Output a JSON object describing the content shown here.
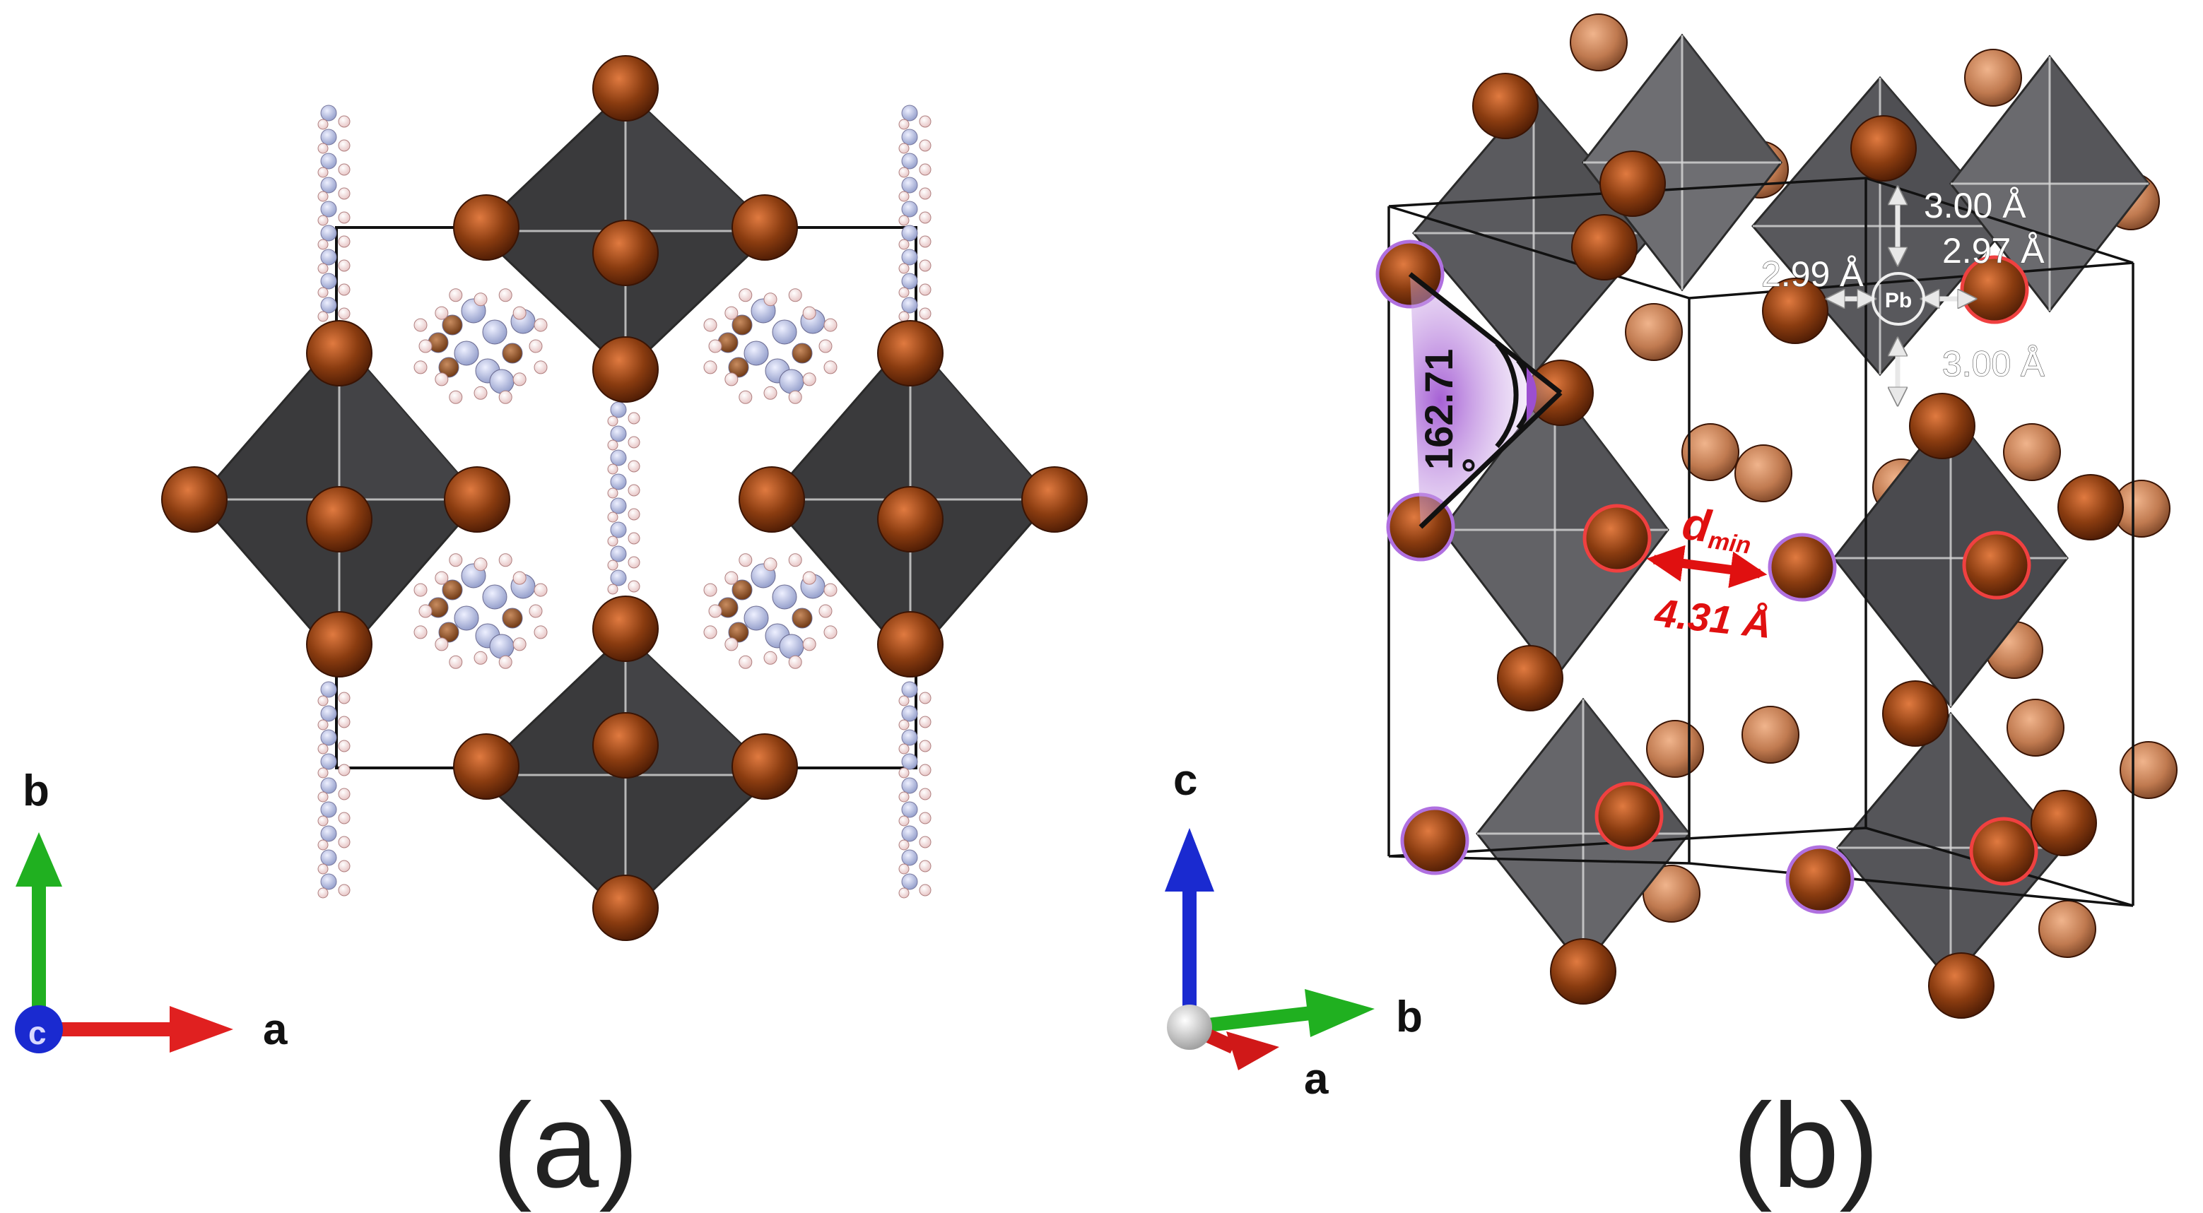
{
  "panel_a": {
    "label": "(a)",
    "axes": {
      "vertical": "b",
      "horizontal": "a",
      "out_of_plane": "c"
    }
  },
  "panel_b": {
    "label": "(b)",
    "axes": {
      "vertical": "c",
      "horizontal": "b",
      "diagonal": "a"
    },
    "angle": {
      "value": "162.71",
      "unit": "°"
    },
    "pb_label": "Pb",
    "bond_lengths": {
      "top": "3.00 Å",
      "left": "2.99 Å",
      "right": "2.97 Å",
      "bottom": "3.00 Å"
    },
    "dmin": {
      "symbol": "d",
      "subscript": "min",
      "value": "4.31 Å"
    }
  },
  "colors": {
    "atom": "#8a3c10",
    "atom_highlight": "#e07a40",
    "atom_back": "#c07a50",
    "octahedron": "#3a3a3c",
    "axis_x": "#e02020",
    "axis_y": "#20b020",
    "axis_z": "#1a2ad0",
    "dmin_arrow": "#e01010",
    "angle_fill": "#a060d0"
  }
}
